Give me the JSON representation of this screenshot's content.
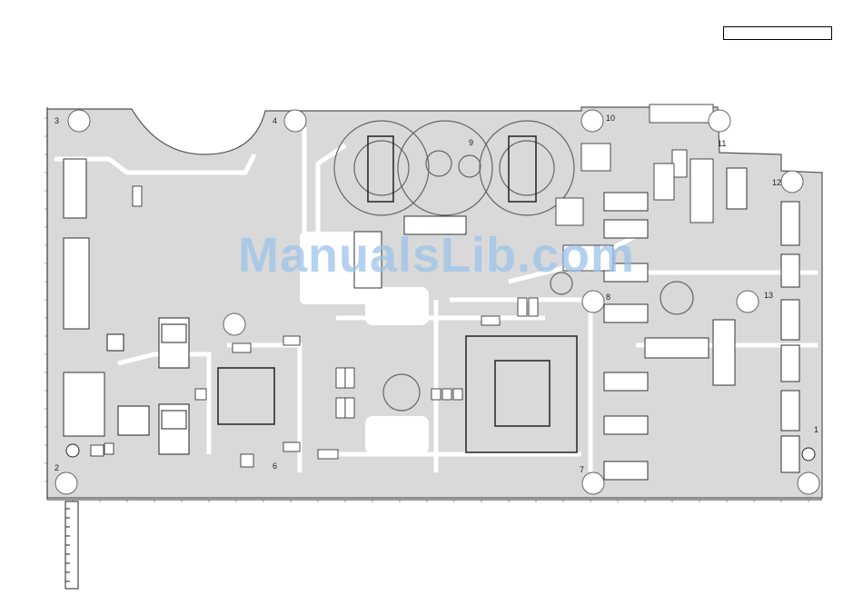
{
  "page": {
    "label_box_text": ""
  },
  "watermark": {
    "text": "ManualsLib.com",
    "color": "#9cc4ea"
  },
  "board": {
    "fill_color": "#d9d9d9",
    "trace_color": "#ffffff",
    "outline_color": "#555555",
    "area_markers": [
      "1",
      "2",
      "3",
      "4",
      "6",
      "7",
      "8",
      "9",
      "10",
      "11",
      "12",
      "13"
    ]
  }
}
